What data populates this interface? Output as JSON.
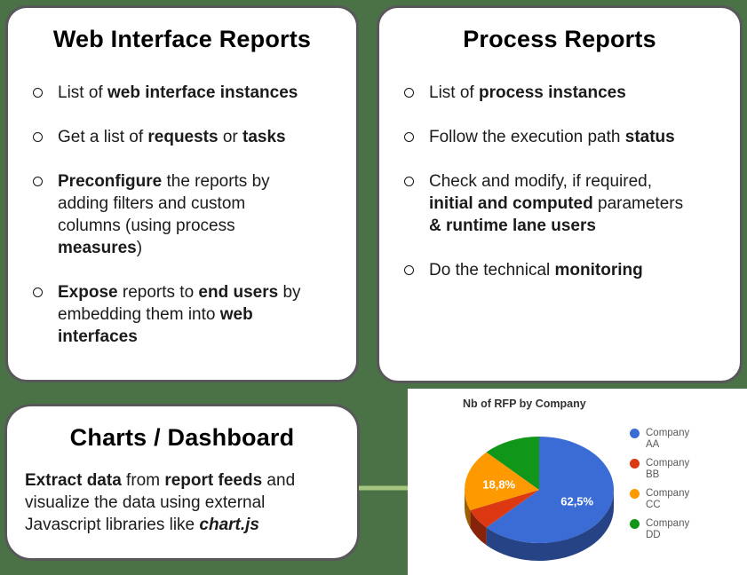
{
  "background_color": "#4B7147",
  "card_border_color": "#58585a",
  "cards": {
    "web_reports": {
      "title": "Web Interface Reports",
      "bullets": [
        {
          "lines": [
            [
              {
                "t": "List of "
              },
              {
                "t": "web interface instances",
                "b": 1
              }
            ]
          ]
        },
        {
          "lines": [
            [
              {
                "t": "Get a list of "
              },
              {
                "t": "requests",
                "b": 1
              },
              {
                "t": " or "
              },
              {
                "t": "tasks",
                "b": 1
              }
            ]
          ]
        },
        {
          "lines": [
            [
              {
                "t": "Preconfigure",
                "b": 1
              },
              {
                "t": " the reports by"
              }
            ],
            [
              {
                "t": "adding filters and custom"
              }
            ],
            [
              {
                "t": "columns (using process"
              }
            ],
            [
              {
                "t": "measures",
                "b": 1
              },
              {
                "t": ")"
              }
            ]
          ]
        },
        {
          "lines": [
            [
              {
                "t": "Expose",
                "b": 1
              },
              {
                "t": " reports to "
              },
              {
                "t": "end users",
                "b": 1
              },
              {
                "t": " by"
              }
            ],
            [
              {
                "t": "embedding them into "
              },
              {
                "t": "web",
                "b": 1
              }
            ],
            [
              {
                "t": "interfaces",
                "b": 1
              }
            ]
          ]
        }
      ]
    },
    "process_reports": {
      "title": "Process Reports",
      "bullets": [
        {
          "lines": [
            [
              {
                "t": "List of "
              },
              {
                "t": "process instances",
                "b": 1
              }
            ]
          ]
        },
        {
          "lines": [
            [
              {
                "t": "Follow the execution path "
              },
              {
                "t": "status",
                "b": 1
              }
            ]
          ]
        },
        {
          "lines": [
            [
              {
                "t": "Check and modify, if required,"
              }
            ],
            [
              {
                "t": "initial and computed",
                "b": 1
              },
              {
                "t": " parameters"
              }
            ],
            [
              {
                "t": "& ",
                "b": 1
              },
              {
                "t": "runtime lane users",
                "b": 1
              }
            ]
          ]
        },
        {
          "lines": [
            [
              {
                "t": "Do the technical "
              },
              {
                "t": "monitoring",
                "b": 1
              }
            ]
          ]
        }
      ]
    },
    "charts_dashboard": {
      "title": "Charts / Dashboard",
      "lines": [
        [
          {
            "t": "Extract data",
            "b": 1
          },
          {
            "t": " from "
          },
          {
            "t": "report feeds",
            "b": 1
          },
          {
            "t": " and"
          }
        ],
        [
          {
            "t": "visualize the data using external"
          }
        ],
        [
          {
            "t": "Javascript libraries like "
          },
          {
            "t": "chart.js",
            "b": 1,
            "i": 1
          }
        ]
      ]
    }
  },
  "arrow": {
    "color": "#A4C57D"
  },
  "chart_data": {
    "type": "pie",
    "is3d": true,
    "title": "Nb of RFP by Company",
    "labels": [
      "Company AA",
      "Company BB",
      "Company CC",
      "Company DD"
    ],
    "values": [
      62.5,
      6.25,
      18.75,
      12.5
    ],
    "slice_labels": [
      "62,5%",
      "",
      "18,8%",
      ""
    ],
    "colors": [
      "#3B6CD6",
      "#DC3912",
      "#FF9900",
      "#109618"
    ],
    "legend_position": "right",
    "title_color": "#333333",
    "legend_text_color": "#5a5a5a",
    "label_text_color": "#ffffff",
    "background": "#ffffff"
  }
}
